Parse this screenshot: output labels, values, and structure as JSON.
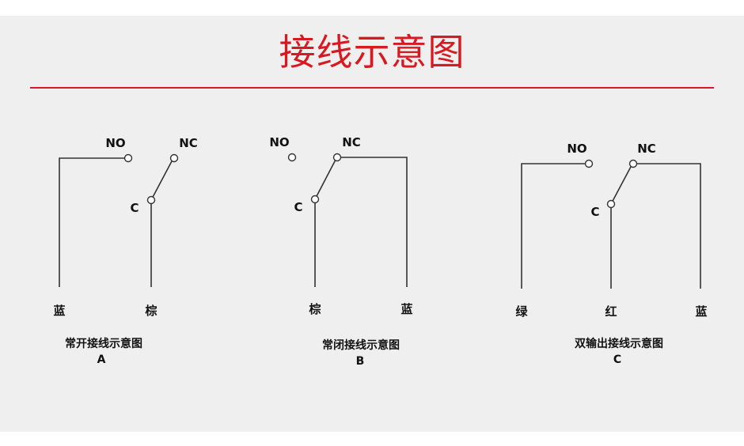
{
  "title": "接线示意图",
  "colors": {
    "accent": "#d71a21",
    "background": "#efefef",
    "wire": "#333333"
  },
  "diagrams": [
    {
      "no_label": "NO",
      "nc_label": "NC",
      "c_label": "C",
      "wire_labels": [
        "蓝",
        "棕"
      ],
      "caption": "常开接线示意图",
      "letter": "A"
    },
    {
      "no_label": "NO",
      "nc_label": "NC",
      "c_label": "C",
      "wire_labels": [
        "棕",
        "蓝"
      ],
      "caption": "常闭接线示意图",
      "letter": "B"
    },
    {
      "no_label": "NO",
      "nc_label": "NC",
      "c_label": "C",
      "wire_labels": [
        "绿",
        "红",
        "蓝"
      ],
      "caption": "双输出接线示意图",
      "letter": "C"
    }
  ]
}
